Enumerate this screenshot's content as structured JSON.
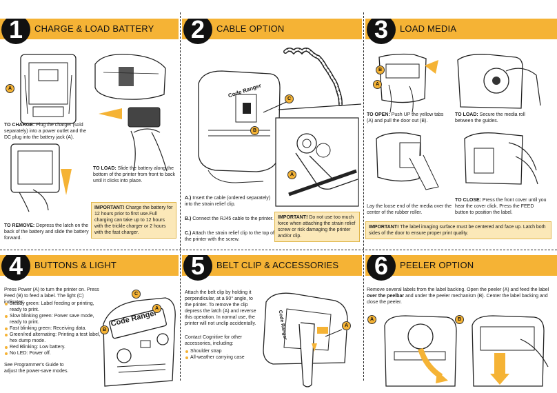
{
  "panels": {
    "p1": {
      "num": "1",
      "title": "CHARGE & LOAD BATTERY",
      "charge_label": "TO CHARGE:",
      "charge_text": " Plug the charger (sold separately) into a power outlet and the DC plug into the battery jack (A).",
      "load_label": "TO LOAD:",
      "load_text": " Slide the battery along the bottom of the printer from front to back until it clicks into place.",
      "remove_label": "TO REMOVE:",
      "remove_text": " Depress the latch on the back of the battery and slide the battery forward.",
      "important_label": "IMPORTANT!",
      "important_text": " Charge the battery for 12 hours prior to first use.Full charging can take up to 12 hours with the trickle charger or 2 hours with the fast charger.",
      "callout_a": "A"
    },
    "p2": {
      "num": "2",
      "title": "CABLE OPTION",
      "step_a_label": "A.)",
      "step_a_text": " Insert the cable (ordered separately) into the strain relief clip.",
      "step_b_label": "B.)",
      "step_b_text": " Connect the RJ45 cable to the printer.",
      "step_c_label": "C.)",
      "step_c_text": " Attach the strain relief clip to the top of the printer with the screw.",
      "important_label": "IMPORTANT!",
      "important_text": " Do not use too much force when attaching the strain relief screw or risk damaging the printer and/or clip.",
      "callout_a": "A",
      "callout_b": "B",
      "callout_c": "C",
      "brand_text": "Code Ranger"
    },
    "p3": {
      "num": "3",
      "title": "LOAD MEDIA",
      "open_label": "TO OPEN:",
      "open_text": " Push UP the yellow tabs (A) and pull the door out (B).",
      "load_label": "TO LOAD:",
      "load_text": " Secure the media roll between the guides.",
      "lay_text": "Lay the loose end of the media over the center of the rubber roller.",
      "close_label": "TO CLOSE:",
      "close_text": " Press the front cover until you hear the cover click. Press the FEED button to position the label.",
      "important_label": "IMPORTANT!",
      "important_text": " The label imaging surface must be centered and face up. Latch both sides of the door to ensure proper print quality.",
      "callout_a": "A",
      "callout_b": "B"
    },
    "p4": {
      "num": "4",
      "title": "BUTTONS & LIGHT",
      "intro": "Press Power (A) to turn the printer on. Press Feed (B) to feed a label. The light (C) indicates:",
      "items": [
        "Steady green: Label feeding or printing, ready to print.",
        "Slow blinking green: Power save mode, ready to print.",
        "Fast blinking green: Receiving data.",
        "Green/red alternating: Printing a test label, hex dump mode.",
        "Red Blinking: Low battery.",
        "No LED: Power off."
      ],
      "footer": "See Programmer's Guide to adjust the power-save modes.",
      "callout_a": "A",
      "callout_b": "B",
      "callout_c": "C",
      "brand_text": "Code Ranger"
    },
    "p5": {
      "num": "5",
      "title": "BELT CLIP & ACCESSORIES",
      "intro": "Attach the belt clip by holding it perpendicular, at a 90° angle, to the printer. To remove the clip depress the latch (A) and reverse this operation. In normal use, the printer will not unclip accidentally.",
      "contact": "Contact Cognitive for other accessories, including:",
      "items": [
        "Shoulder strap",
        "All-weather carrying case"
      ],
      "callout_a": "A",
      "brand_text": "Code Ranger"
    },
    "p6": {
      "num": "6",
      "title": "PEELER OPTION",
      "text_pre": "Remove several labels from the label backing. Open the peeler (A) and feed the label ",
      "text_bold": "over the peelbar",
      "text_post": " and under the peeler mechanism (B). Center the label backing and close the peeler.",
      "callout_a": "A",
      "callout_b": "B"
    }
  },
  "colors": {
    "accent": "#f5b335",
    "important_bg": "#fbe8b8"
  }
}
